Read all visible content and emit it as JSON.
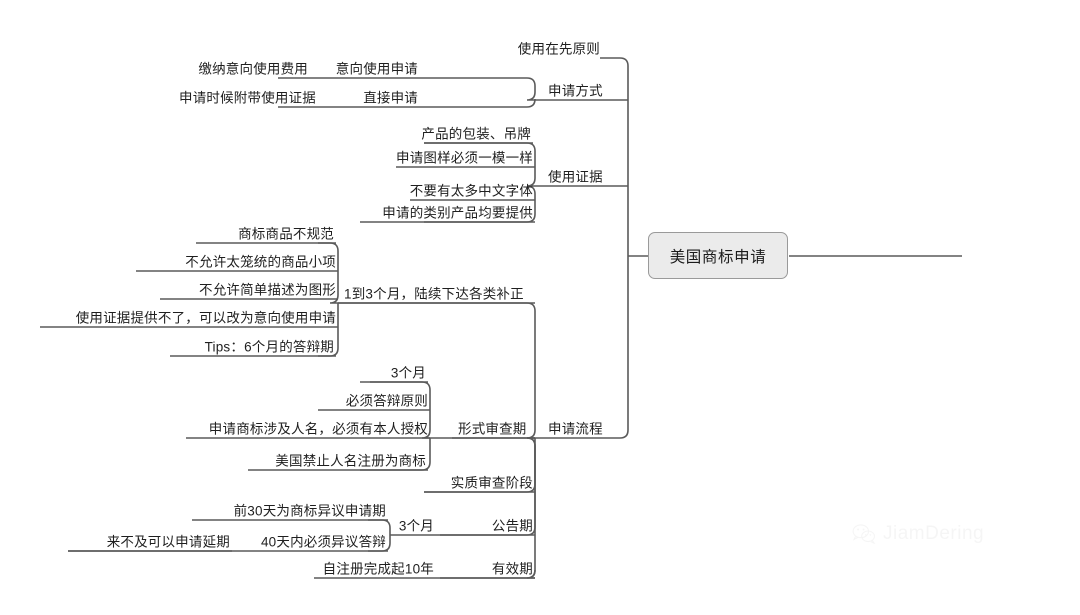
{
  "diagram": {
    "type": "mind-map",
    "root": {
      "label": "美国商标申请"
    },
    "branches": [
      {
        "label": "使用在先原则",
        "children": []
      },
      {
        "label": "申请方式",
        "children": [
          {
            "label": "意向使用申请",
            "children": [
              {
                "label": "缴纳意向使用费用"
              }
            ]
          },
          {
            "label": "直接申请",
            "children": [
              {
                "label": "申请时候附带使用证据"
              }
            ]
          }
        ]
      },
      {
        "label": "使用证据",
        "children": [
          {
            "label": "产品的包装、吊牌"
          },
          {
            "label": "申请图样必须一模一样"
          },
          {
            "label": "不要有太多中文字体"
          },
          {
            "label": "申请的类别产品均要提供"
          }
        ]
      },
      {
        "label": "申请流程",
        "children": [
          {
            "label": "1到3个月，陆续下达各类补正",
            "children": [
              {
                "label": "商标商品不规范"
              },
              {
                "label": "不允许太笼统的商品小项"
              },
              {
                "label": "不允许简单描述为图形"
              },
              {
                "label": "使用证据提供不了，可以改为意向使用申请"
              },
              {
                "label": "Tips：6个月的答辩期"
              }
            ]
          },
          {
            "label": "形式审查期",
            "children": [
              {
                "label": "3个月"
              },
              {
                "label": "必须答辩原则"
              },
              {
                "label": "申请商标涉及人名，必须有本人授权"
              },
              {
                "label": "美国禁止人名注册为商标"
              }
            ]
          },
          {
            "label": "实质审查阶段",
            "children": []
          },
          {
            "label": "公告期",
            "children": [
              {
                "label": "3个月"
              },
              {
                "label": "前30天为商标异议申请期"
              },
              {
                "label": "40天内必须异议答辩",
                "children": [
                  {
                    "label": "来不及可以申请延期"
                  }
                ]
              }
            ]
          },
          {
            "label": "有效期",
            "children": [
              {
                "label": "自注册完成起10年"
              }
            ]
          }
        ]
      }
    ],
    "labels": {
      "use_first_principle": "使用在先原则",
      "application_method": "申请方式",
      "intent_to_use": "意向使用申请",
      "pay_intent_fee": "缴纳意向使用费用",
      "direct_application": "直接申请",
      "attach_evidence": "申请时候附带使用证据",
      "evidence_of_use": "使用证据",
      "packaging_tags": "产品的包装、吊牌",
      "exact_same_mark": "申请图样必须一模一样",
      "no_chinese_fonts": "不要有太多中文字体",
      "all_classes_provide": "申请的类别产品均要提供",
      "application_process": "申请流程",
      "one_to_three_months": "1到3个月，陆续下达各类补正",
      "goods_nonstandard": "商标商品不规范",
      "no_broad_items": "不允许太笼统的商品小项",
      "no_simple_figure": "不允许简单描述为图形",
      "cannot_provide_evidence": "使用证据提供不了，可以改为意向使用申请",
      "tips_six_months": "Tips：6个月的答辩期",
      "formal_exam": "形式审查期",
      "three_months_a": "3个月",
      "must_reply": "必须答辩原则",
      "person_name_auth": "申请商标涉及人名，必须有本人授权",
      "us_forbids_name": "美国禁止人名注册为商标",
      "substantive_exam": "实质审查阶段",
      "publication_period": "公告期",
      "three_months_b": "3个月",
      "first_30_days": "前30天为商标异议申请期",
      "reply_in_40_days": "40天内必须异议答辩",
      "can_apply_extension": "来不及可以申请延期",
      "validity_period": "有效期",
      "ten_years": "自注册完成起10年"
    }
  },
  "watermark": {
    "text": "JiamDering",
    "icon": "wechat-icon"
  },
  "colors": {
    "wire": "#5a5a5a",
    "root_fill": "#ebebeb",
    "root_border": "#9a9a9a",
    "text": "#1f1f1f",
    "watermark": "#ededed"
  }
}
